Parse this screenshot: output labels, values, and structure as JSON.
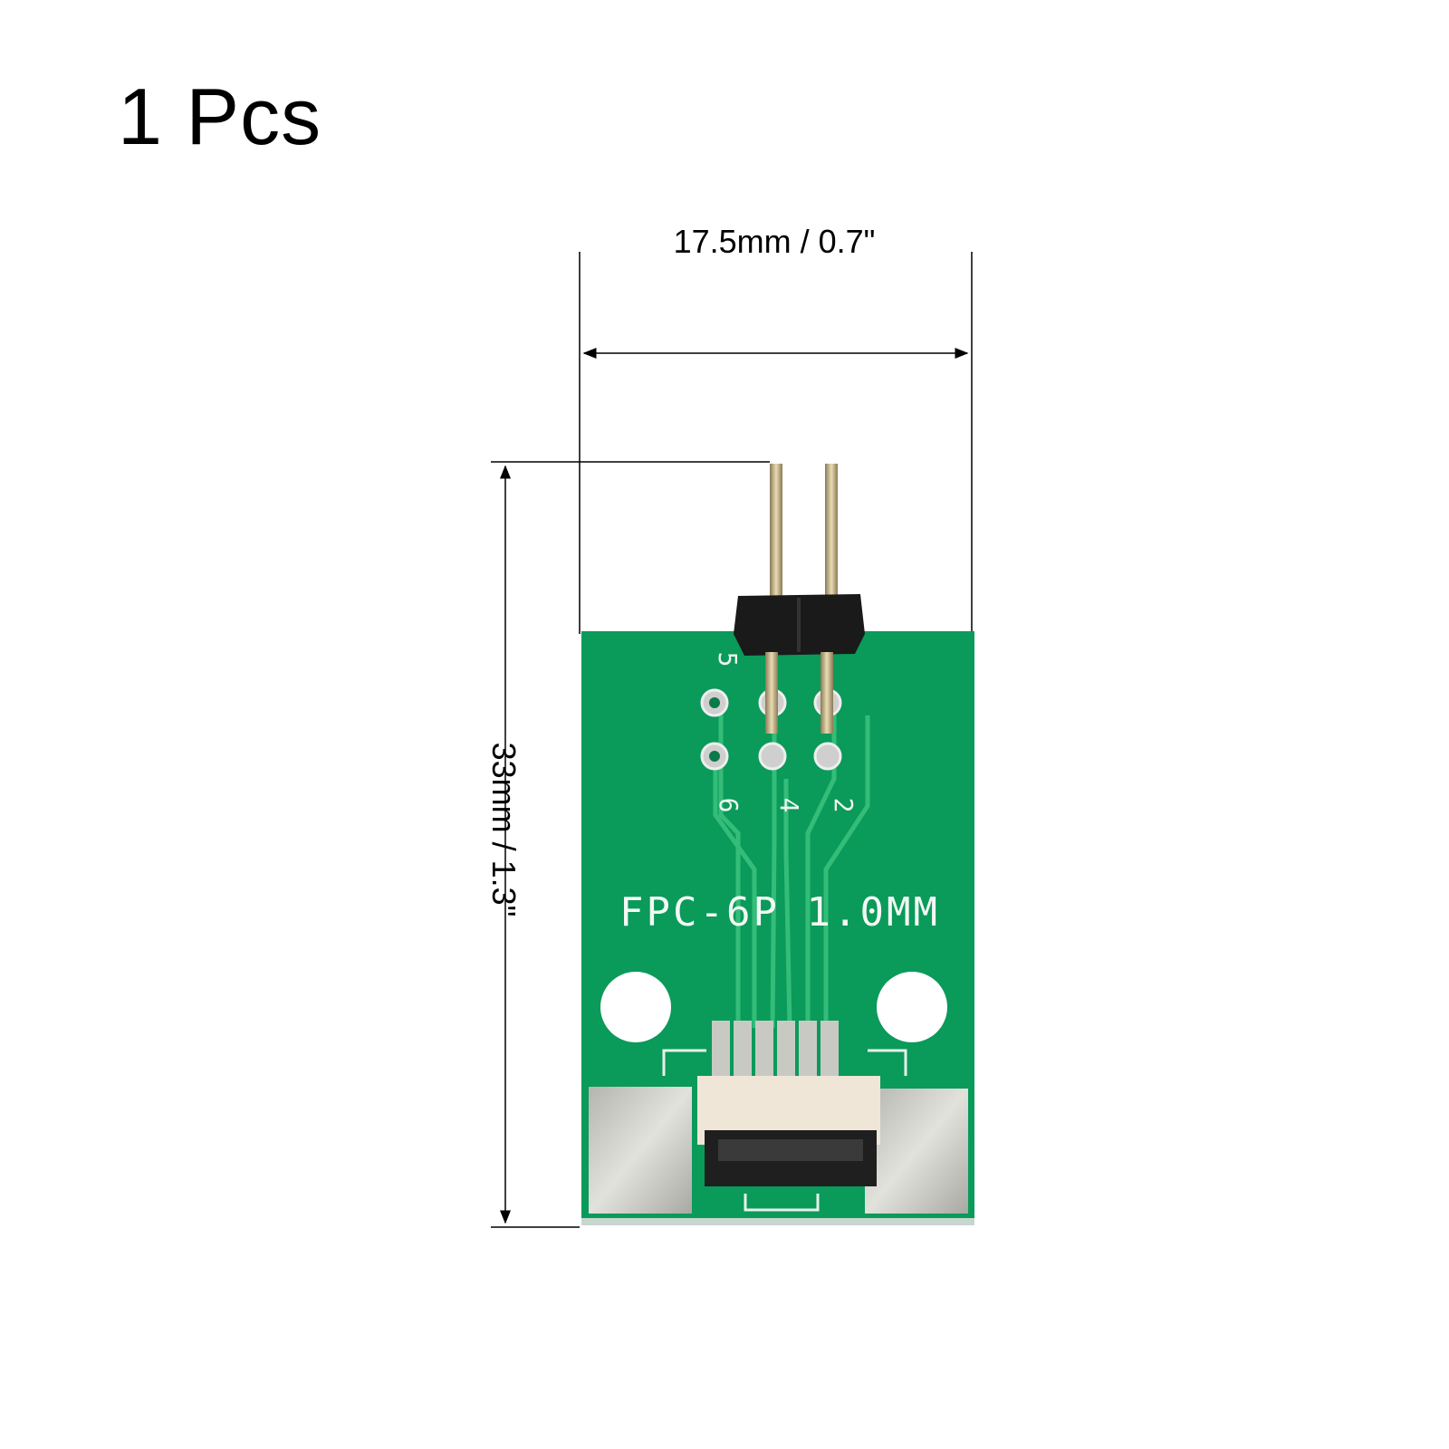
{
  "quantity_label": "1 Pcs",
  "dimensions": {
    "width_label": "17.5mm / 0.7\"",
    "height_label": "33mm / 1.3\""
  },
  "board": {
    "silkscreen": "FPC-6P 1.0MM",
    "pin_labels": [
      "5",
      "6",
      "4",
      "2"
    ]
  },
  "colors": {
    "pcb": "#0a9a5a",
    "connector": "#efe6d8",
    "header": "#1a1a1a"
  }
}
